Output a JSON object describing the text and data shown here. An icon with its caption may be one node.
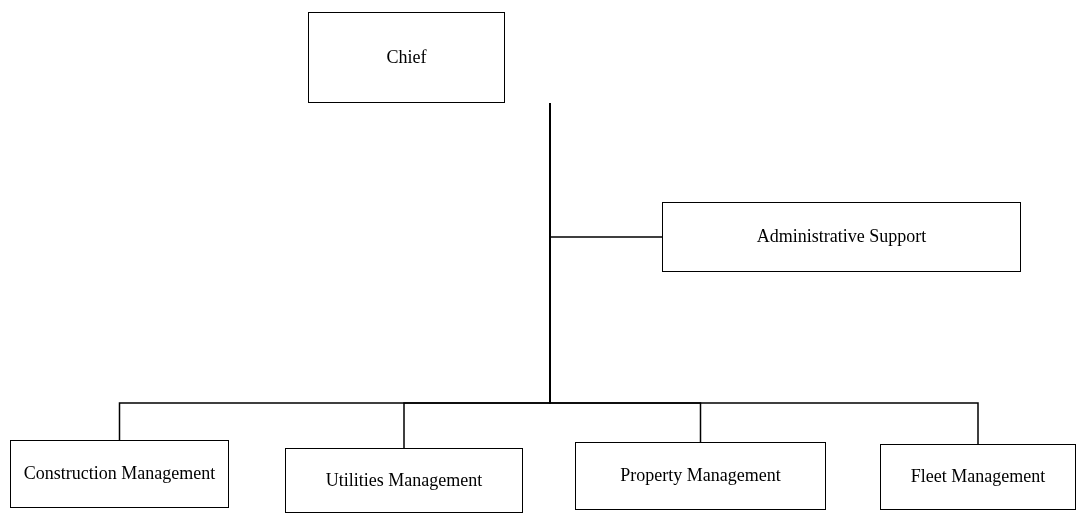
{
  "diagram": {
    "nodes": [
      {
        "text": [
          "Chief"
        ]
      },
      {
        "text": [
          "Administrative Support"
        ]
      },
      {
        "text": [
          "Construction Management"
        ]
      },
      {
        "text": [
          "Utilities Management"
        ]
      },
      {
        "text": [
          "Property Management"
        ]
      },
      {
        "text": [
          "Fleet Management"
        ]
      }
    ],
    "edges": [
      {
        "from": 0,
        "to": 1,
        "arrow": "none"
      },
      {
        "from": 0,
        "to": 2,
        "arrow": "none"
      },
      {
        "from": 0,
        "to": 3,
        "arrow": "none"
      },
      {
        "from": 0,
        "to": 4,
        "arrow": "none"
      },
      {
        "from": 0,
        "to": 5,
        "arrow": "none"
      }
    ]
  }
}
